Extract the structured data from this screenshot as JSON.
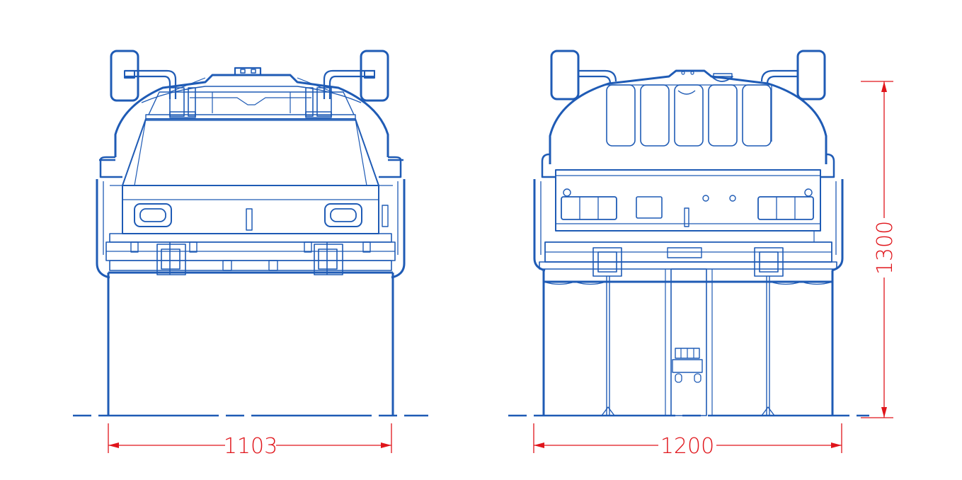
{
  "colors": {
    "outline": "#1f5bb5",
    "dimension": "#e0151b",
    "background": "#ffffff"
  },
  "dimensions": {
    "left_width": "1103",
    "right_width": "1200",
    "right_height": "1300"
  }
}
